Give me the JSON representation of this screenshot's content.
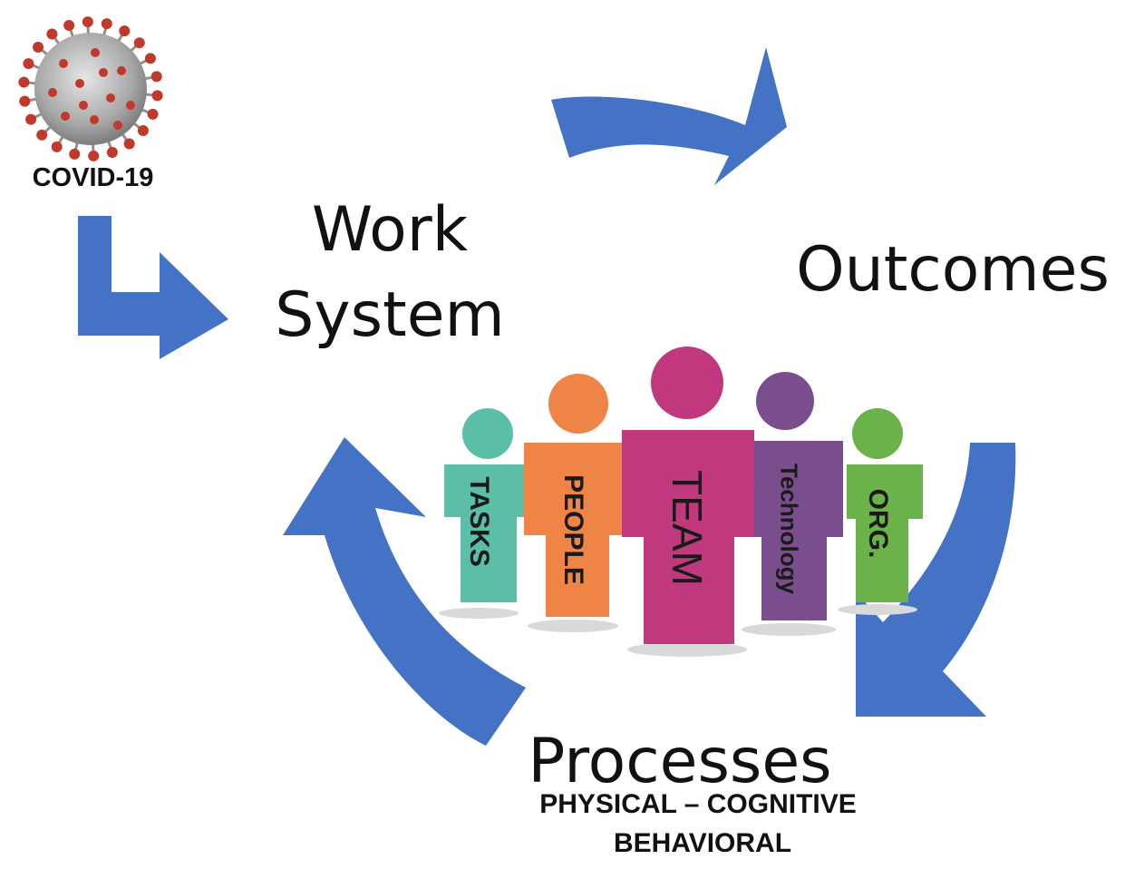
{
  "colors": {
    "arrow": "#4472c4",
    "virus_body": "#b9b9b9",
    "virus_spike": "#c0392b",
    "tasks": "#5bbfa8",
    "people": "#ee8445",
    "team": "#c0397e",
    "technology": "#7a4e8c",
    "org": "#6cb24a"
  },
  "virus": {
    "icon": "coronavirus-icon",
    "label": "COVID-19"
  },
  "work_system": {
    "line1": "Work",
    "line2": "System"
  },
  "outcomes": {
    "label": "Outcomes"
  },
  "processes": {
    "label": "Processes",
    "sub1": "PHYSICAL – COGNITIVE",
    "sub2": "BEHAVIORAL"
  },
  "people": [
    {
      "label": "TASKS"
    },
    {
      "label": "PEOPLE"
    },
    {
      "label": "TEAM"
    },
    {
      "label": "Technology"
    },
    {
      "label": "ORG."
    }
  ]
}
